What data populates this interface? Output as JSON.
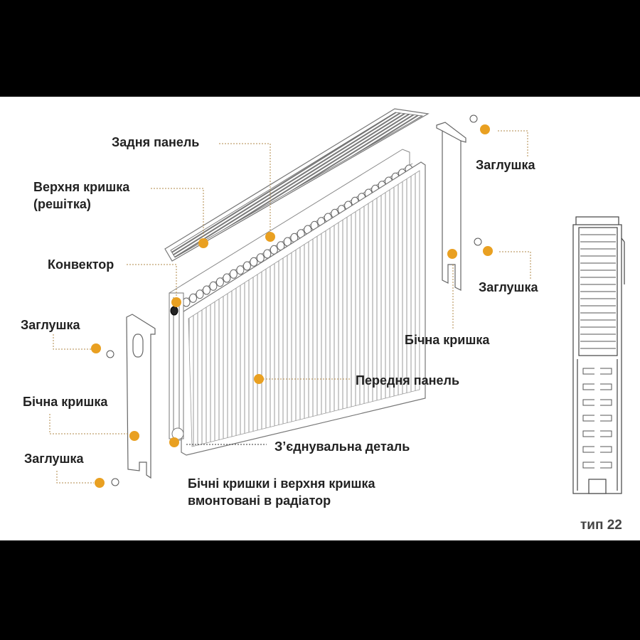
{
  "diagram": {
    "subject": "Panel radiator exploded view",
    "accent_color": "#E9A021",
    "line_color": "#8a8a8a",
    "labels": {
      "rear_panel": "Задня панель",
      "top_cover_line1": "Верхня кришка",
      "top_cover_line2": "(решітка)",
      "convector": "Конвектор",
      "plug_top_right": "Заглушка",
      "plug_mid_right": "Заглушка",
      "side_cover_right": "Бічна кришка",
      "plug_left_top": "Заглушка",
      "side_cover_left": "Бічна кришка",
      "plug_left_bottom": "Заглушка",
      "front_panel": "Передня панель",
      "connector": "З’єднувальна деталь",
      "note_line1": "Бічні кришки і верхня кришка",
      "note_line2": "вмонтовані в радіатор"
    },
    "cross_section": {
      "type_label": "тип 22"
    }
  }
}
